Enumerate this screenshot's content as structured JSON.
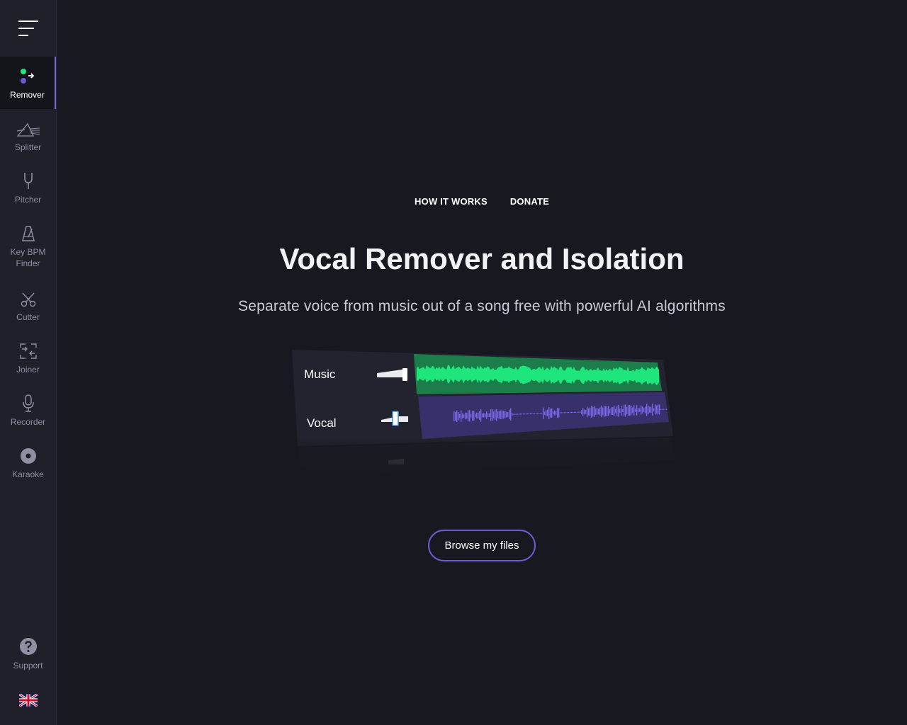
{
  "sidebar": {
    "items": [
      {
        "id": "remover",
        "label": "Remover",
        "icon": "remover-icon",
        "active": true
      },
      {
        "id": "splitter",
        "label": "Splitter",
        "icon": "prism-icon"
      },
      {
        "id": "pitcher",
        "label": "Pitcher",
        "icon": "tuning-fork-icon"
      },
      {
        "id": "key-bpm",
        "label": "Key BPM\nFinder",
        "icon": "metronome-icon"
      },
      {
        "id": "cutter",
        "label": "Cutter",
        "icon": "scissors-icon"
      },
      {
        "id": "joiner",
        "label": "Joiner",
        "icon": "join-icon"
      },
      {
        "id": "recorder",
        "label": "Recorder",
        "icon": "microphone-icon"
      },
      {
        "id": "karaoke",
        "label": "Karaoke",
        "icon": "disc-icon"
      }
    ],
    "support_label": "Support",
    "language_icon": "uk-flag-icon"
  },
  "nav": {
    "how_it_works": "HOW IT WORKS",
    "donate": "DONATE"
  },
  "hero": {
    "title": "Vocal Remover and Isolation",
    "subtitle": "Separate voice from music out of a song free with powerful AI algorithms",
    "track_music": "Music",
    "track_vocal": "Vocal",
    "browse_label": "Browse my files"
  },
  "colors": {
    "accent": "#7b66e6",
    "music_wave": "#1ee67c",
    "vocal_wave": "#6d58d8"
  }
}
